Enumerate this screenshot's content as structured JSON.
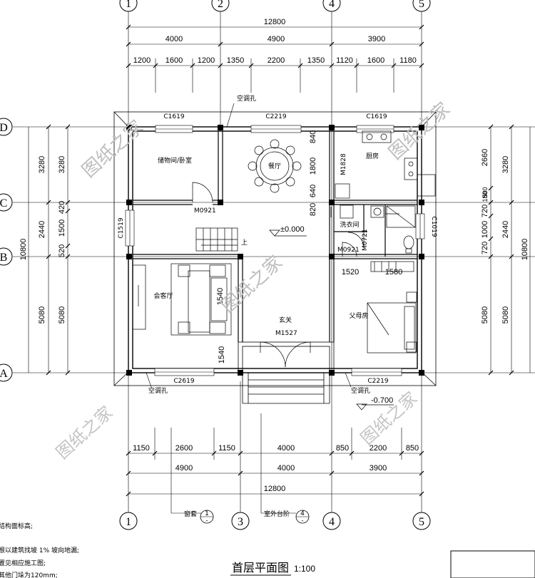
{
  "axes": {
    "top": [
      "1",
      "2",
      "4",
      "5"
    ],
    "bottom": [
      "1",
      "3",
      "4",
      "5"
    ],
    "left": [
      "D",
      "C",
      "B",
      "A"
    ]
  },
  "dimensions": {
    "top_total": "12800",
    "top_mid": [
      "4000",
      "4900",
      "3900"
    ],
    "top_detail": [
      "1200",
      "1600",
      "1200",
      "1350",
      "2200",
      "1350",
      "1120",
      "1600",
      "1180"
    ],
    "bottom_detail": [
      "1150",
      "2600",
      "1150",
      "4000",
      "850",
      "2200",
      "850"
    ],
    "bottom_mid": [
      "4900",
      "4000",
      "3900"
    ],
    "bottom_total": "12800",
    "left_inner": [
      "3280",
      "2440",
      "5080"
    ],
    "left_outer": [
      "3280",
      "420",
      "1500",
      "520",
      "5080"
    ],
    "left_total": "10800",
    "right_inner": [
      "2660",
      "180",
      "500",
      "720",
      "1000",
      "720",
      "5080"
    ],
    "right_outer": [
      "3280",
      "2440",
      "5080"
    ],
    "right_total": "10800",
    "inner": [
      "840",
      "1800",
      "640",
      "820",
      "1540",
      "1540",
      "1520",
      "1580"
    ]
  },
  "windows": [
    "C1619",
    "C2219",
    "C1619",
    "C1519",
    "C1019",
    "C2619",
    "C2219"
  ],
  "doors": [
    "M0921",
    "M1828",
    "M0921",
    "M0721",
    "M1527"
  ],
  "rooms": {
    "storage": "储物间/卧室",
    "dining": "餐厅",
    "kitchen": "厨房",
    "laundry": "洗衣间",
    "living": "会客厅",
    "foyer": "玄关",
    "master": "父母房"
  },
  "labels": {
    "ac_hole": "空调孔",
    "level_main": "±0.000",
    "level_out": "-0.700",
    "stair_up": "上",
    "detail_window": "窗套",
    "detail_step": "室外台阶",
    "ref1_top": "1",
    "ref1_bot": "-",
    "ref2_top": "4",
    "ref2_bot": "-"
  },
  "title": {
    "name": "首层平面图",
    "scale": "1:100"
  },
  "notes": [
    "结构面标高;",
    "根以建筑找坡 1% 坡向地漏;",
    "置见相应施工图;",
    "其他门垛为120mm;"
  ],
  "watermark": "图纸之家"
}
